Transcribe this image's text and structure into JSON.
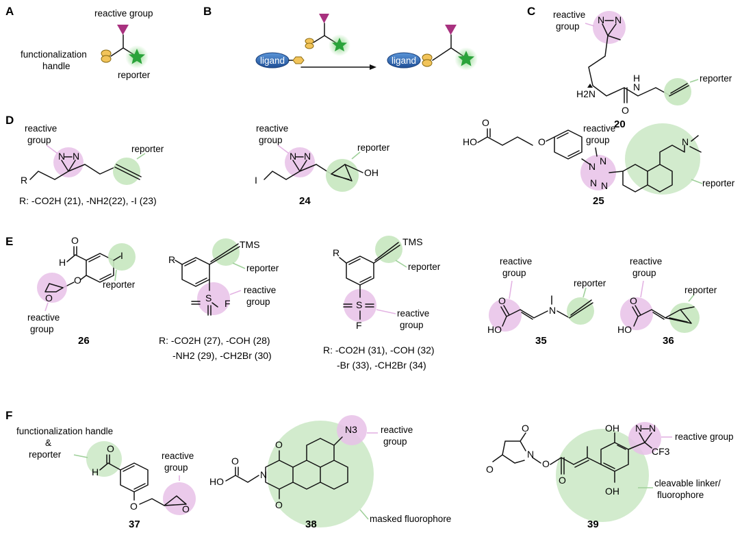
{
  "panels": {
    "A": {
      "letter": "A",
      "reactive_group": "reactive group",
      "handle_line1": "functionalization",
      "handle_line2": "handle",
      "reporter": "reporter"
    },
    "B": {
      "letter": "B",
      "ligand_left": "ligand",
      "ligand_right": "ligand"
    },
    "C": {
      "letter": "C",
      "reactive_line1": "reactive",
      "reactive_line2": "group",
      "reporter": "reporter",
      "h2n": "H2N",
      "nh": "N",
      "h": "H",
      "o": "O",
      "compound": "20"
    },
    "D": {
      "letter": "D",
      "c21": {
        "reactive_line1": "reactive",
        "reactive_line2": "group",
        "reporter": "reporter",
        "n": "N",
        "r": "R",
        "r_line": "R: -CO2H (21), -NH2(22), -I (23)"
      },
      "c24": {
        "reactive_line1": "reactive",
        "reactive_line2": "group",
        "reporter": "reporter",
        "i": "I",
        "oh": "OH",
        "compound": "24"
      },
      "c25": {
        "reactive_line1": "reactive",
        "reactive_line2": "group",
        "reporter": "reporter",
        "ho": "HO",
        "o": "O",
        "n": "N",
        "compound": "25"
      }
    },
    "E": {
      "letter": "E",
      "c26": {
        "reporter": "reporter",
        "reactive_line1": "reactive",
        "reactive_line2": "group",
        "o": "O",
        "h": "H",
        "i": "I",
        "compound": "26"
      },
      "c27": {
        "tms": "TMS",
        "reporter": "reporter",
        "reactive_line1": "reactive",
        "reactive_line2": "group",
        "r": "R",
        "s": "S",
        "f": "F",
        "r_line1": "R: -CO2H (27), -COH (28)",
        "r_line2": "-NH2 (29), -CH2Br (30)"
      },
      "c31": {
        "tms": "TMS",
        "reporter": "reporter",
        "reactive_line1": "reactive",
        "reactive_line2": "group",
        "r": "R",
        "s": "S",
        "f": "F",
        "r_line1": "R: -CO2H (31), -COH (32)",
        "r_line2": "-Br (33), -CH2Br (34)"
      },
      "c35": {
        "reactive_line1": "reactive",
        "reactive_line2": "group",
        "reporter": "reporter",
        "ho": "HO",
        "o": "O",
        "n": "N",
        "compound": "35"
      },
      "c36": {
        "reactive_line1": "reactive",
        "reactive_line2": "group",
        "reporter": "reporter",
        "ho": "HO",
        "o": "O",
        "compound": "36"
      }
    },
    "F": {
      "letter": "F",
      "c37": {
        "handle_line1": "functionalization handle",
        "handle_line2": "&",
        "handle_line3": "reporter",
        "reactive_line1": "reactive",
        "reactive_line2": "group",
        "o": "O",
        "h": "H",
        "compound": "37"
      },
      "c38": {
        "reactive_line1": "reactive",
        "reactive_line2": "group",
        "masked": "masked fluorophore",
        "n3": "N3",
        "ho": "HO",
        "o": "O",
        "n": "N",
        "compound": "38"
      },
      "c39": {
        "reactive": "reactive group",
        "cleavable_line1": "cleavable linker/",
        "cleavable_line2": "fluorophore",
        "n": "N",
        "cf3": "CF3",
        "oh": "OH",
        "o": "O",
        "compound": "39"
      }
    }
  },
  "colors": {
    "reactive_highlight": "#e8c1e8",
    "reporter_highlight": "#cde9c8",
    "triangle": "#a8317f",
    "star": "#2aa33a",
    "handle": "#f2c45a",
    "ligand": "#2f6db5"
  }
}
